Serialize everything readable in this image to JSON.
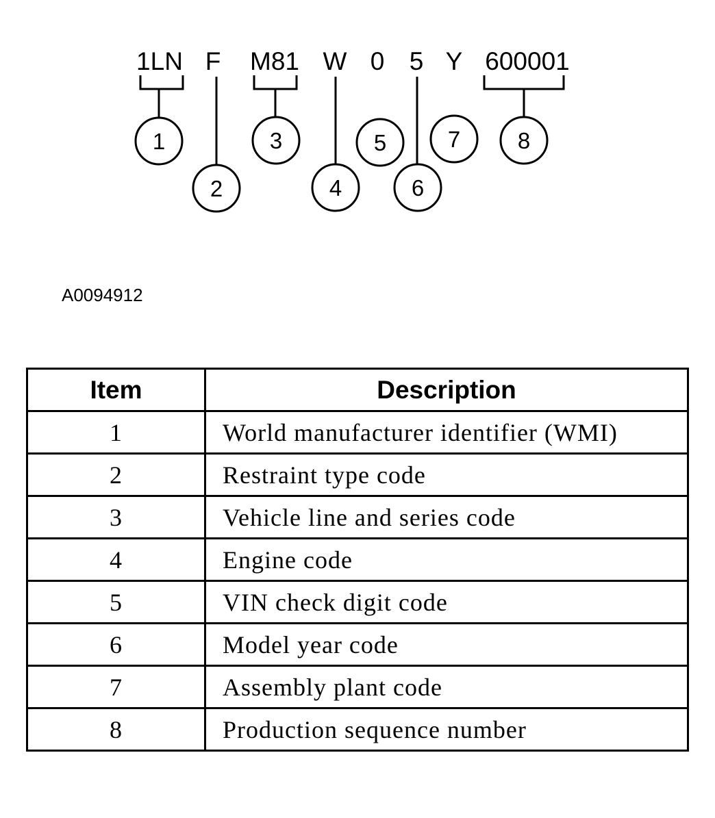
{
  "vin": {
    "segments": [
      "1LN",
      "F",
      "M81",
      "W",
      "0",
      "5",
      "Y",
      "600001"
    ],
    "callouts": [
      "1",
      "2",
      "3",
      "4",
      "5",
      "6",
      "7",
      "8"
    ]
  },
  "figure_id": "A0094912",
  "table": {
    "headers": {
      "item": "Item",
      "description": "Description"
    },
    "rows": [
      {
        "item": "1",
        "description": "World manufacturer identifier (WMI)"
      },
      {
        "item": "2",
        "description": "Restraint type code"
      },
      {
        "item": "3",
        "description": "Vehicle line and series code"
      },
      {
        "item": "4",
        "description": "Engine code"
      },
      {
        "item": "5",
        "description": "VIN check digit code"
      },
      {
        "item": "6",
        "description": "Model year code"
      },
      {
        "item": "7",
        "description": "Assembly plant code"
      },
      {
        "item": "8",
        "description": "Production sequence number"
      }
    ]
  }
}
